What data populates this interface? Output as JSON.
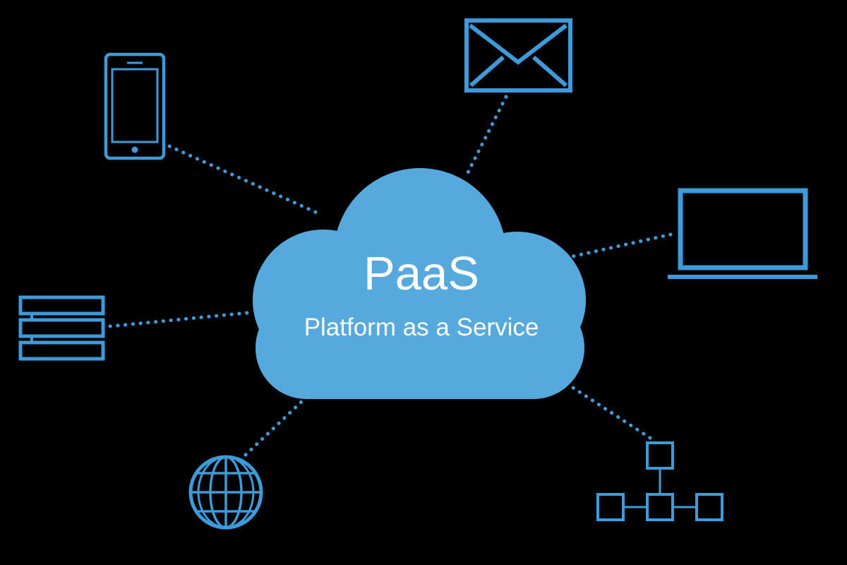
{
  "diagram": {
    "title": "PaaS",
    "subtitle": "Platform as a Service",
    "colors": {
      "background": "#000000",
      "cloud": "#55a9dd",
      "icon_stroke": "#3d9bd9",
      "text": "#ffffff"
    },
    "center_node": {
      "name": "paas-cloud",
      "title": "PaaS",
      "subtitle": "Platform as a Service"
    },
    "nodes": [
      {
        "name": "smartphone-icon",
        "position": "top-left"
      },
      {
        "name": "email-envelope-icon",
        "position": "top-center"
      },
      {
        "name": "laptop-icon",
        "position": "right"
      },
      {
        "name": "database-stack-icon",
        "position": "left"
      },
      {
        "name": "globe-icon",
        "position": "bottom-left"
      },
      {
        "name": "network-sitemap-icon",
        "position": "bottom-right"
      }
    ],
    "connections": [
      {
        "from": "paas-cloud",
        "to": "smartphone-icon",
        "style": "dotted"
      },
      {
        "from": "paas-cloud",
        "to": "email-envelope-icon",
        "style": "dotted"
      },
      {
        "from": "paas-cloud",
        "to": "laptop-icon",
        "style": "dotted"
      },
      {
        "from": "paas-cloud",
        "to": "database-stack-icon",
        "style": "dotted"
      },
      {
        "from": "paas-cloud",
        "to": "globe-icon",
        "style": "dotted"
      },
      {
        "from": "paas-cloud",
        "to": "network-sitemap-icon",
        "style": "dotted"
      }
    ]
  }
}
